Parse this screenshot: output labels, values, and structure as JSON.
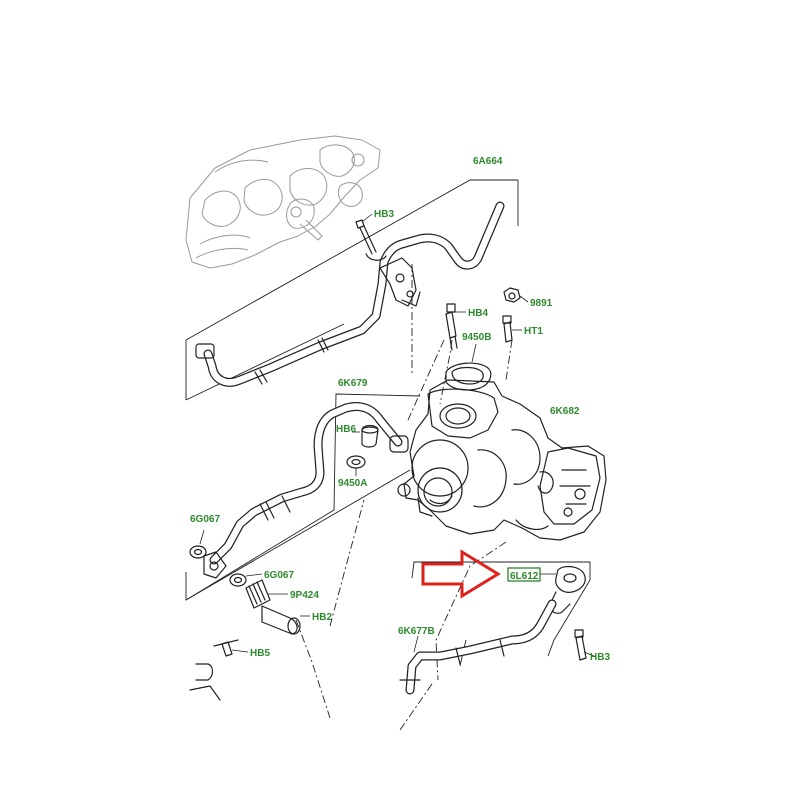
{
  "labels": {
    "6A664": "6A664",
    "HB3_top": "HB3",
    "HB4": "HB4",
    "9891": "9891",
    "HT1": "HT1",
    "9450B": "9450B",
    "6K682": "6K682",
    "6K679": "6K679",
    "HB6": "HB6",
    "9450A": "9450A",
    "6G067_left": "6G067",
    "6G067_right": "6G067",
    "9P424": "9P424",
    "HB2": "HB2",
    "HB5": "HB5",
    "6L612": "6L612",
    "6K677B": "6K677B",
    "HB3_bottom": "HB3"
  },
  "colors": {
    "label_green": "#2f8a2f",
    "highlight_box": "#1f7a1f",
    "arrow_red": "#e0201a",
    "line": "#222222",
    "ghost": "#9a9a9a"
  },
  "callout": {
    "highlighted_part": "6L612",
    "arrow_direction": "right"
  }
}
